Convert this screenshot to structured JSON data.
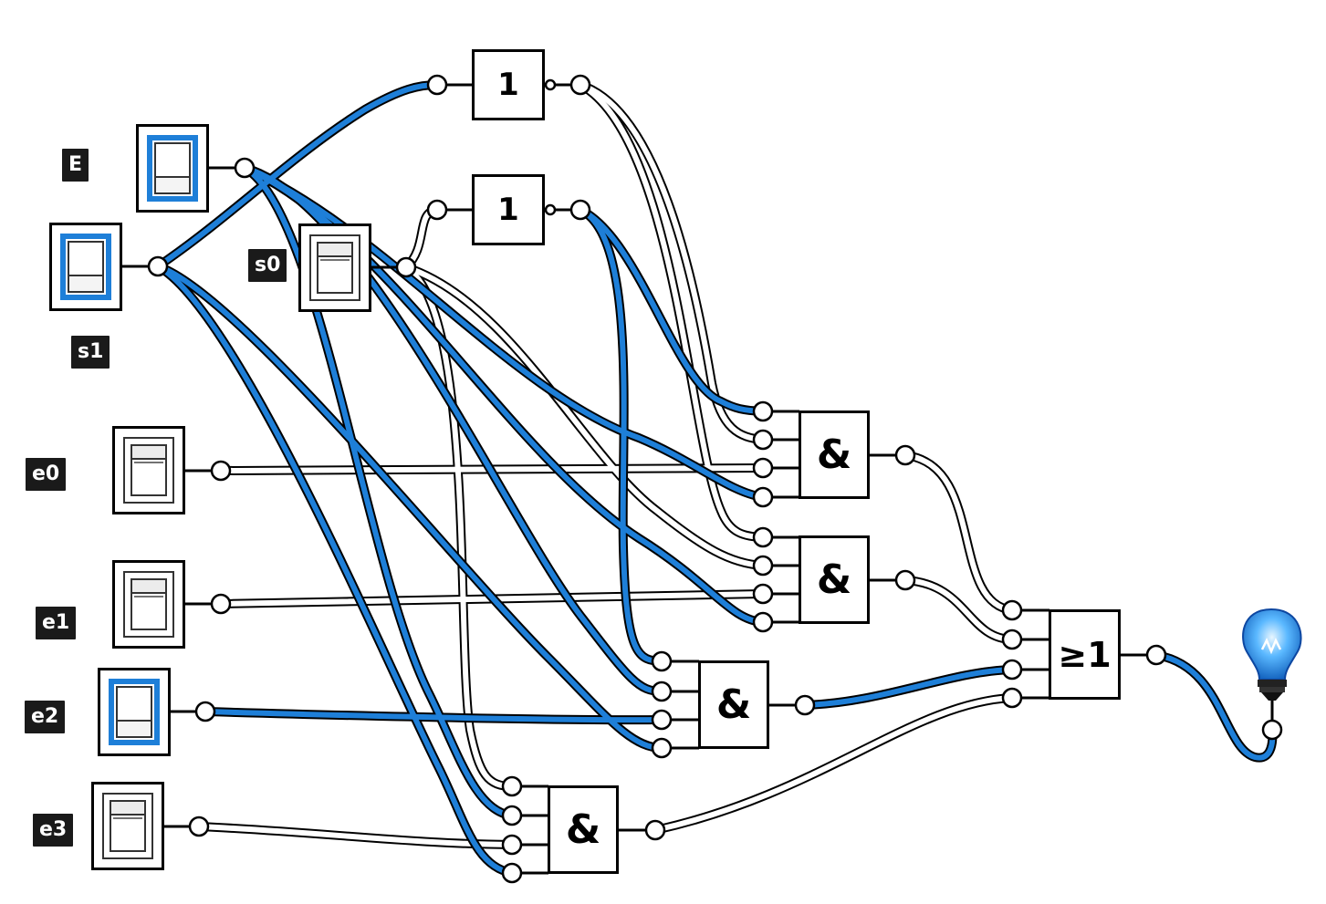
{
  "labels": {
    "E": "E",
    "s0": "s0",
    "s1": "s1",
    "e0": "e0",
    "e1": "e1",
    "e2": "e2",
    "e3": "e3"
  },
  "switches": {
    "E": "on",
    "s1": "on",
    "s0": "off",
    "e0": "off",
    "e1": "off",
    "e2": "on",
    "e3": "off"
  },
  "gates": {
    "not_top": "1",
    "not_bottom": "1",
    "and": "&",
    "or": "≥1"
  },
  "output_lamp": "on",
  "colors": {
    "active_wire": "#1e7fd8",
    "inactive_wire": "#ffffff",
    "wire_outline": "#000000",
    "lamp": "#3aa0f0"
  }
}
